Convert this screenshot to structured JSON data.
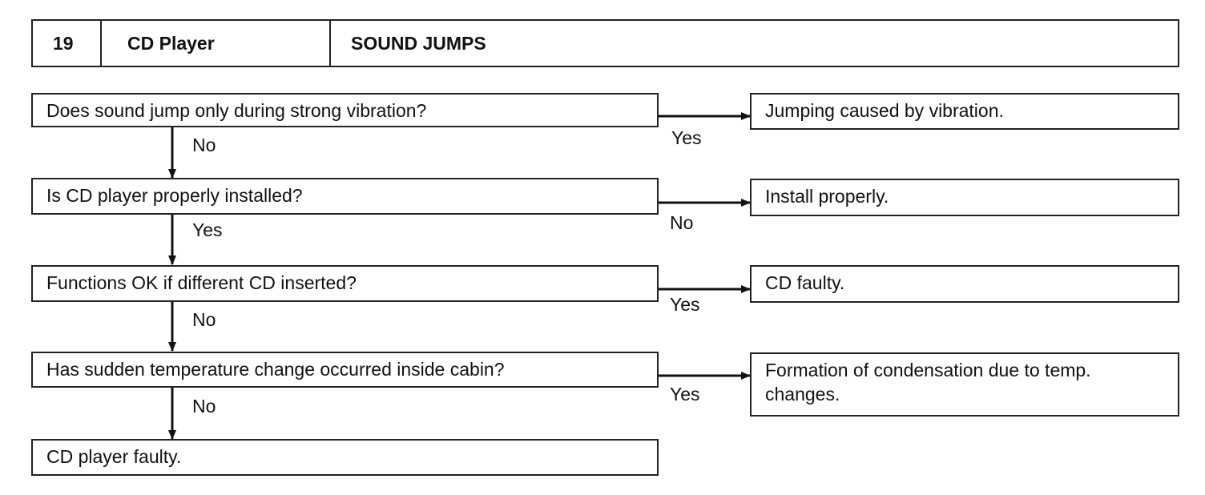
{
  "header": {
    "number": "19",
    "component": "CD Player",
    "symptom": "SOUND JUMPS"
  },
  "steps": [
    {
      "question": "Does sound jump only during strong vibration?",
      "side_label": "Yes",
      "side_result": "Jumping caused by vibration.",
      "down_label": "No"
    },
    {
      "question": "Is CD player properly installed?",
      "side_label": "No",
      "side_result": "Install properly.",
      "down_label": "Yes"
    },
    {
      "question": "Functions OK if different CD inserted?",
      "side_label": "Yes",
      "side_result": "CD faulty.",
      "down_label": "No"
    },
    {
      "question": "Has sudden temperature change occurred inside cabin?",
      "side_label": "Yes",
      "side_result": "Formation of condensation due to temp. changes.",
      "down_label": "No"
    }
  ],
  "final_result": "CD player faulty."
}
